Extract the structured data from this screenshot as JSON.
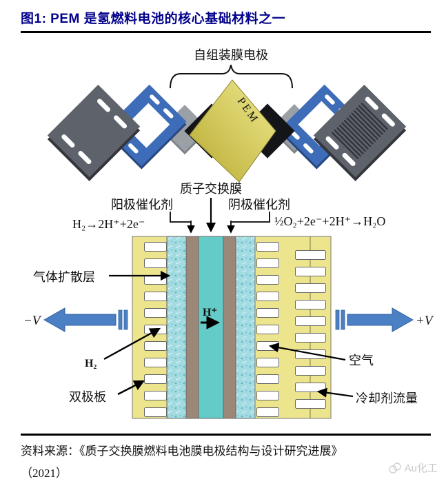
{
  "header": {
    "title": "图1:  PEM 是氢燃料电池的核心基础材料之一"
  },
  "exploded": {
    "assembly_label": "自组装膜电极",
    "pem_label": "PEM"
  },
  "annotations": {
    "membrane": "质子交换膜",
    "anode_catalyst": "阳极催化剂",
    "cathode_catalyst": "阴极催化剂",
    "anode_reaction": "H₂→2H⁺+2e⁻",
    "cathode_reaction": "½O₂+2e⁻+2H⁺→H₂O",
    "gas_diffusion_layer": "气体扩散层",
    "proton": "H⁺",
    "hydrogen": "H₂",
    "bipolar_plate": "双极板",
    "air": "空气",
    "coolant_flow": "冷却剂流量",
    "neg_terminal": "−V",
    "pos_terminal": "+V"
  },
  "footer": {
    "source_line1": "资料来源：《质子交换膜燃料电池膜电极结构与设计研究进展》",
    "source_line2": "（2021）",
    "watermark": "Au化工"
  },
  "colors": {
    "title_blue": "#00008B",
    "arrow_blue": "#4b80c4",
    "plate_yellow": "#ede58e",
    "gdl_cyan": "#a3dbe1",
    "membrane_teal": "#63ccc8",
    "catalyst_brown": "#9c8878",
    "pem_gold_dark": "#c3b637",
    "pem_gold_light": "#efe98f"
  }
}
